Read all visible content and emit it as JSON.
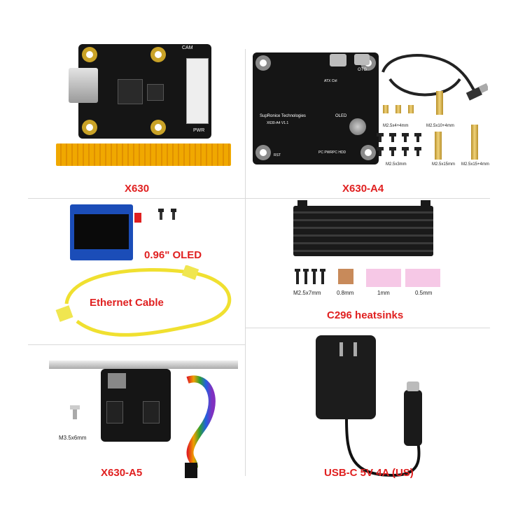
{
  "labels": {
    "x630": "X630",
    "x630_a4": "X630-A4",
    "oled": "0.96\" OLED",
    "ethernet": "Ethernet Cable",
    "heatsinks": "C296 heatsinks",
    "x630_a5": "X630-A5",
    "psu": "USB-C 5V 4A  (US)"
  },
  "board_text": {
    "cam": "CAM",
    "pwr": "PWR",
    "otg": "OTG",
    "brand": "SupRonice Technologies",
    "model": "X630-A4 V1.1",
    "oled_hdr": "OLED",
    "rst": "RST",
    "pc_pwr": "PC PWR",
    "pc_hdd": "PC HDD",
    "ats": "ATX Ctrl"
  },
  "hardware": {
    "m25x4x4": "M2.5x4+4mm",
    "m25x10x4": "M2.5x10+4mm",
    "m25x3": "M2.5x3mm",
    "m25x15": "M2.5x15mm",
    "m25x15x4": "M2.5x15+4mm",
    "m25x7": "M2.5x7mm",
    "pad08": "0.8mm",
    "pad1": "1mm",
    "pad05": "0.5mm",
    "m35x6": "M3.5x6mm"
  },
  "colors": {
    "label_red": "#e02020",
    "pcb_black": "#151515",
    "gold": "#c9a227",
    "cable_yellow": "#f0e030",
    "pink_pad": "#f6c8e6"
  }
}
